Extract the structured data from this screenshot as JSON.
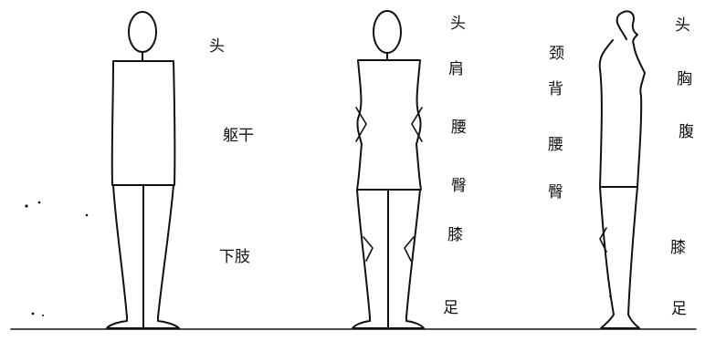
{
  "figure_front": {
    "labels": {
      "head": "头",
      "torso": "躯干",
      "limbs": "下肢"
    }
  },
  "figure_back": {
    "labels": {
      "head": "头",
      "shoulder": "肩",
      "waist": "腰",
      "hip": "臀",
      "knee": "膝",
      "foot": "足"
    }
  },
  "figure_side_back_column": {
    "labels": {
      "neck": "颈",
      "back": "背",
      "waist": "腰",
      "hip": "臀"
    }
  },
  "figure_side": {
    "labels": {
      "head": "头",
      "chest": "胸",
      "abdomen": "腹",
      "knee": "膝",
      "foot": "足"
    }
  }
}
